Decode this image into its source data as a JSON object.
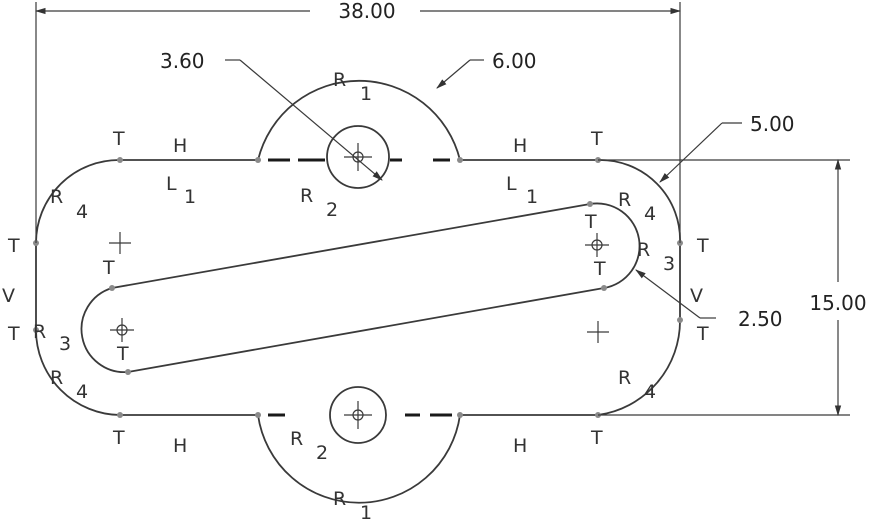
{
  "dimensions": {
    "overall_width": "38.00",
    "height": "15.00",
    "hole_dia": "3.60",
    "top_arc": "6.00",
    "corner_radius": "5.00",
    "slot_radius": "2.50"
  },
  "constraints": {
    "tangent": "T",
    "horizontal": "H",
    "vertical": "V",
    "radius": "R",
    "line": "L",
    "index_1": "1",
    "index_2": "2",
    "index_3": "3",
    "index_4": "4"
  }
}
